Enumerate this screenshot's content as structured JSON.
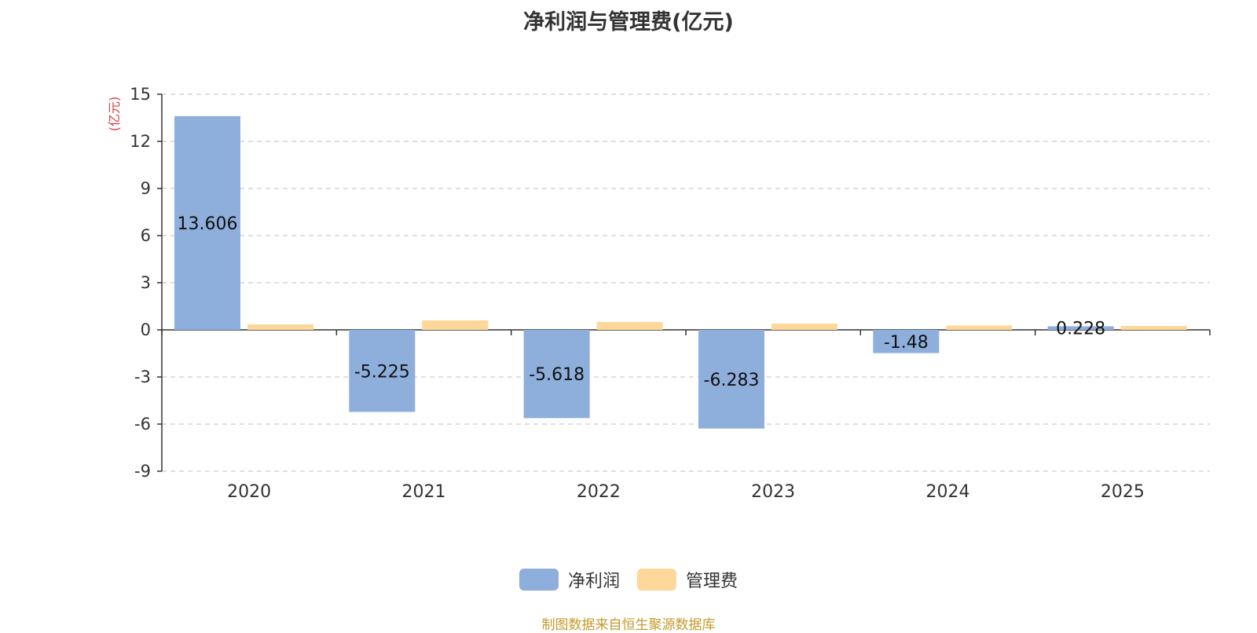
{
  "chart_data": {
    "type": "bar",
    "title": "净利润与管理费(亿元)",
    "unit_label": "(亿元)",
    "categories": [
      "2020",
      "2021",
      "2022",
      "2023",
      "2024",
      "2025"
    ],
    "series": [
      {
        "name": "净利润",
        "values": [
          13.606,
          -5.225,
          -5.618,
          -6.283,
          -1.48,
          0.228
        ],
        "color": "#8eaedb",
        "labels": [
          "13.606",
          "-5.225",
          "-5.618",
          "-6.283",
          "-1.48",
          "0.228"
        ]
      },
      {
        "name": "管理费",
        "values": [
          0.35,
          0.6,
          0.5,
          0.4,
          0.28,
          0.25
        ],
        "color": "#fdd89a"
      }
    ],
    "ylim": [
      -9,
      15
    ],
    "yticks": [
      "15",
      "12",
      "9",
      "6",
      "3",
      "0",
      "-3",
      "-6",
      "-9"
    ],
    "grid": true,
    "legend_position": "bottom"
  },
  "source": "制图数据来自恒生聚源数据库"
}
